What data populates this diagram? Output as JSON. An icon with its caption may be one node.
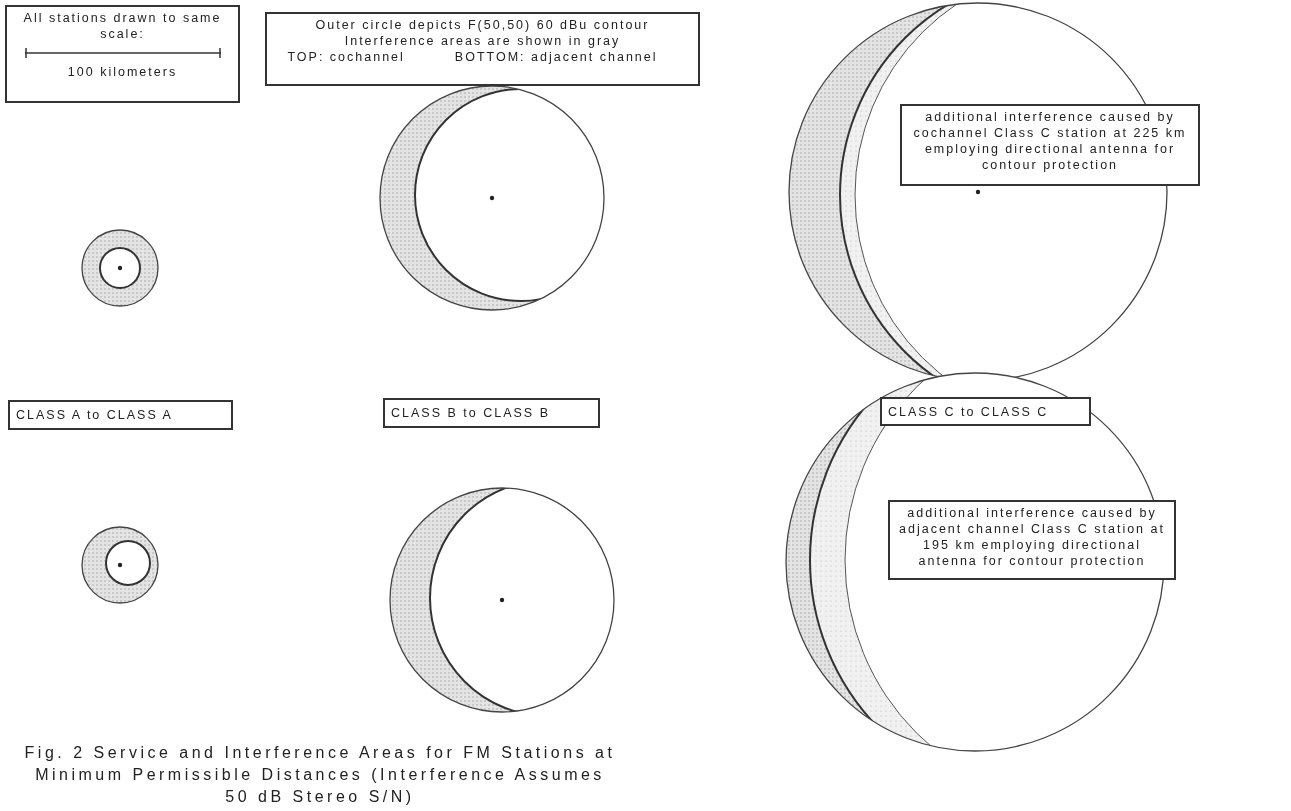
{
  "diagram": {
    "caption": "Fig. 2 Service and Interference Areas for FM Stations at Minimum Permissible Distances (Interference Assumes 50 dB Stereo S/N)",
    "nodes": [
      {
        "text": [
          "All stations drawn to same scale:",
          "100 kilometers"
        ]
      },
      {
        "text": [
          "Outer circle depicts F(50,50) 60 dBu contour",
          "Interference areas are shown in gray",
          "TOP: cochannel",
          "BOTTOM: adjacent channel"
        ]
      },
      {
        "text": [
          "additional interference caused by cochannel Class C station at 225 km employing directional antenna for contour protection"
        ]
      },
      {
        "text": [
          "CLASS A to CLASS A"
        ]
      },
      {
        "text": [
          "CLASS B to CLASS B"
        ]
      },
      {
        "text": [
          "CLASS C to CLASS C"
        ]
      },
      {
        "text": [
          "additional interference caused by adjacent channel Class C station at 195 km employing directional antenna for contour protection"
        ]
      }
    ],
    "edges": []
  }
}
